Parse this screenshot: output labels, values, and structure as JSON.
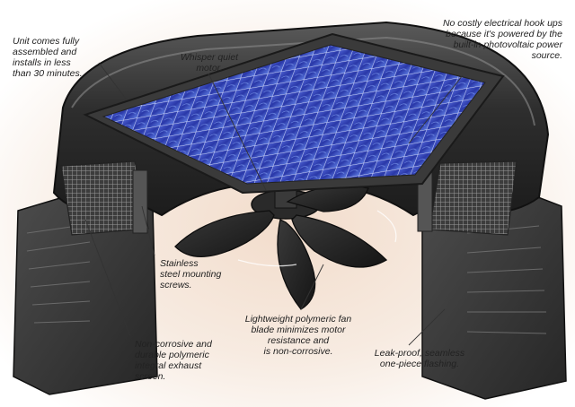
{
  "callouts": {
    "assembled": "Unit comes fully\nassembled and\ninstalls in less\nthan 30 minutes.",
    "whisper": "Whisper quiet\nmotor.",
    "no_costly": "No costly electrical hook ups\nbecause it's powered by the\nbuilt-in photovoltaic power\nsource.",
    "stainless": "Stainless\nsteel mounting\nscrews.",
    "lightweight": "Lightweight polymeric fan\nblade minimizes motor\nresistance and\nis non-corrosive.",
    "noncorrosive": "Non-corrosive and\ndurable polymeric\nintegral exhaust\nscreen.",
    "leakproof": "Leak-proof, seamless\none-piece flashing."
  },
  "colors": {
    "glow_center": "#f2dccb",
    "housing_dark": "#2b2b2b",
    "housing_mid": "#4a4a4a",
    "housing_light": "#8a8a8a",
    "panel_frame": "#3a3a3a",
    "cell_blue": "#3040b8",
    "cell_light": "#6b8ae8",
    "leader": "#333333"
  }
}
